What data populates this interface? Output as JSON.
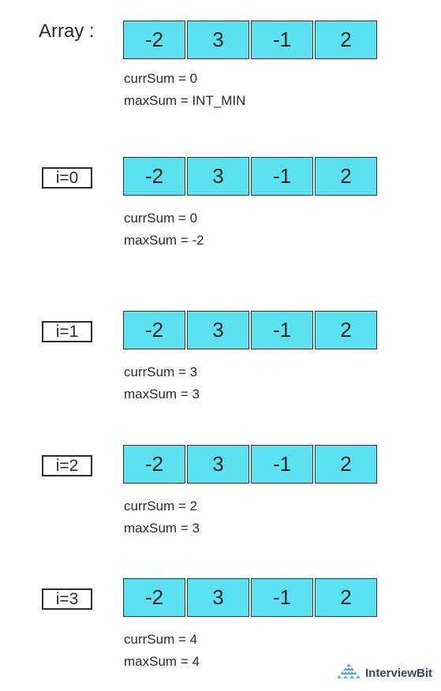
{
  "steps": [
    {
      "label": "Array :",
      "array": [
        "-2",
        "3",
        "-1",
        "2"
      ],
      "curr": "currSum = 0",
      "max": "maxSum = INT_MIN"
    },
    {
      "label": "i=0",
      "array": [
        "-2",
        "3",
        "-1",
        "2"
      ],
      "curr": "currSum = 0",
      "max": "maxSum = -2"
    },
    {
      "label": "i=1",
      "array": [
        "-2",
        "3",
        "-1",
        "2"
      ],
      "curr": "currSum = 3",
      "max": "maxSum = 3"
    },
    {
      "label": "i=2",
      "array": [
        "-2",
        "3",
        "-1",
        "2"
      ],
      "curr": "currSum = 2",
      "max": "maxSum = 3"
    },
    {
      "label": "i=3",
      "array": [
        "-2",
        "3",
        "-1",
        "2"
      ],
      "curr": "currSum = 4",
      "max": "maxSum = 4"
    }
  ],
  "brand": {
    "name": "InterviewBit",
    "icon": "interviewbit-logo-icon"
  },
  "colors": {
    "cell_fill": "#5ce1f0",
    "text": "#2b2b2b",
    "brand": "#2d4a66"
  }
}
